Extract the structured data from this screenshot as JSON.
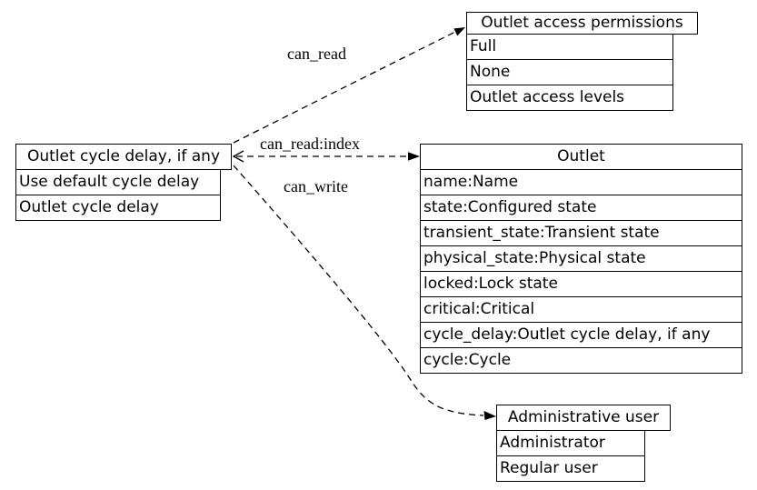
{
  "diagram": {
    "colors": {
      "ink": "#000000",
      "background": "#ffffff"
    },
    "nodes": {
      "cycle_delay_enum": {
        "header": "Outlet cycle delay, if any",
        "rows": [
          "Use default cycle delay",
          "Outlet cycle delay"
        ]
      },
      "access_permissions": {
        "header": "Outlet access permissions",
        "rows": [
          "Full",
          "None",
          "Outlet access levels"
        ]
      },
      "outlet": {
        "header": "Outlet",
        "rows": [
          "name:Name",
          "state:Configured state",
          "transient_state:Transient state",
          "physical_state:Physical state",
          "locked:Lock state",
          "critical:Critical",
          "cycle_delay:Outlet cycle delay, if any",
          "cycle:Cycle"
        ]
      },
      "admin_user": {
        "header": "Administrative user",
        "rows": [
          "Administrator",
          "Regular user"
        ]
      }
    },
    "edges": [
      {
        "label": "can_read"
      },
      {
        "label": "can_read:index"
      },
      {
        "label": "can_write"
      }
    ]
  }
}
